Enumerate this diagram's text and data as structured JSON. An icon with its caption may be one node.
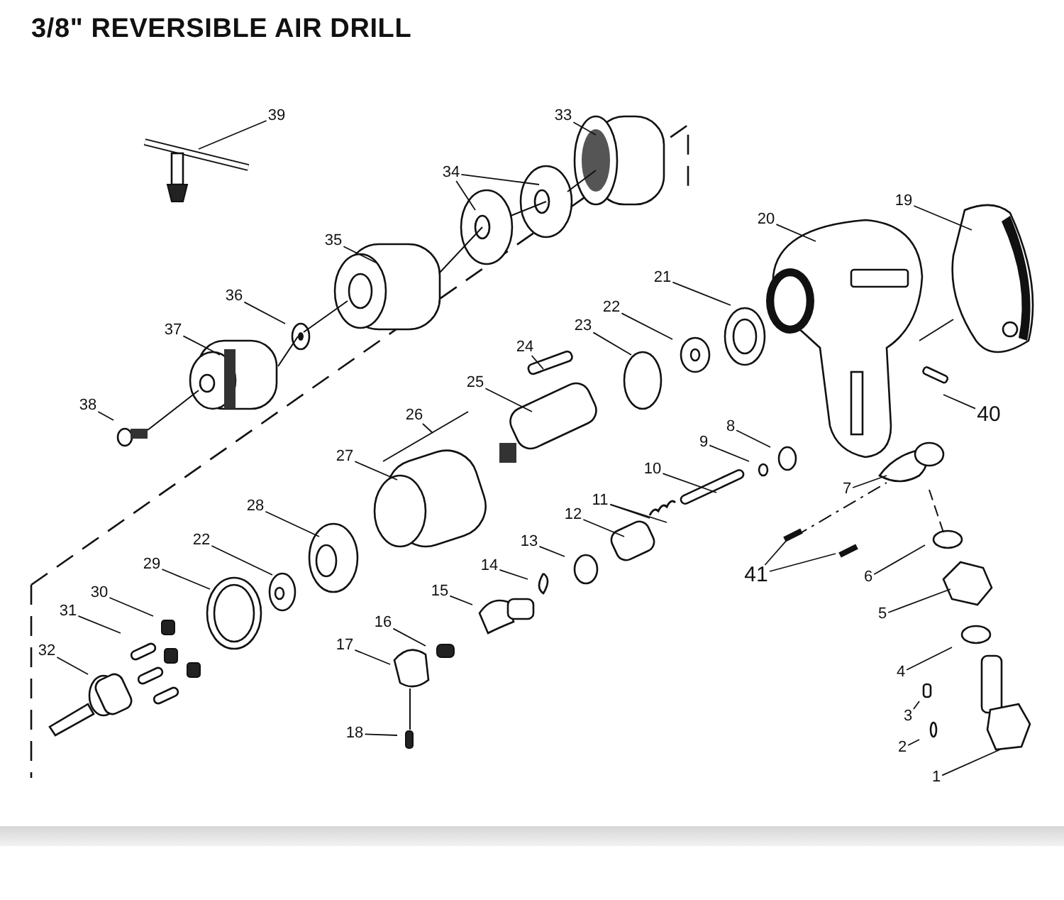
{
  "diagram": {
    "title": "3/8\" REVERSIBLE AIR DRILL",
    "nodes": [
      {
        "text": [
          "39"
        ]
      },
      {
        "text": [
          "33"
        ]
      },
      {
        "text": [
          "34"
        ]
      },
      {
        "text": [
          "35"
        ]
      },
      {
        "text": [
          "36"
        ]
      },
      {
        "text": [
          "37"
        ]
      },
      {
        "text": [
          "38"
        ]
      },
      {
        "text": [
          "24"
        ]
      },
      {
        "text": [
          "25"
        ]
      },
      {
        "text": [
          "26"
        ]
      },
      {
        "text": [
          "27"
        ]
      },
      {
        "text": [
          "28"
        ]
      },
      {
        "text": [
          "22"
        ]
      },
      {
        "text": [
          "29"
        ]
      },
      {
        "text": [
          "30"
        ]
      },
      {
        "text": [
          "31"
        ]
      },
      {
        "text": [
          "32"
        ]
      },
      {
        "text": [
          "23"
        ]
      },
      {
        "text": [
          "22"
        ]
      },
      {
        "text": [
          "21"
        ]
      },
      {
        "text": [
          "20"
        ]
      },
      {
        "text": [
          "19"
        ]
      },
      {
        "text": [
          "40"
        ]
      },
      {
        "text": [
          "8"
        ]
      },
      {
        "text": [
          "9"
        ]
      },
      {
        "text": [
          "10"
        ]
      },
      {
        "text": [
          "11"
        ]
      },
      {
        "text": [
          "12"
        ]
      },
      {
        "text": [
          "13"
        ]
      },
      {
        "text": [
          "14"
        ]
      },
      {
        "text": [
          "15"
        ]
      },
      {
        "text": [
          "16"
        ]
      },
      {
        "text": [
          "17"
        ]
      },
      {
        "text": [
          "18"
        ]
      },
      {
        "text": [
          "7"
        ]
      },
      {
        "text": [
          "41"
        ]
      },
      {
        "text": [
          "6"
        ]
      },
      {
        "text": [
          "5"
        ]
      },
      {
        "text": [
          "4"
        ]
      },
      {
        "text": [
          "3"
        ]
      },
      {
        "text": [
          "2"
        ]
      },
      {
        "text": [
          "1"
        ]
      }
    ],
    "edges": [
      {
        "from": 0,
        "to": null,
        "arrow": "none"
      },
      {
        "from": 1,
        "to": null,
        "arrow": "none"
      },
      {
        "from": 2,
        "to": null,
        "arrow": "none"
      },
      {
        "from": 2,
        "to": null,
        "arrow": "none"
      },
      {
        "from": 3,
        "to": null,
        "arrow": "none"
      },
      {
        "from": 4,
        "to": null,
        "arrow": "none"
      },
      {
        "from": 5,
        "to": null,
        "arrow": "none"
      },
      {
        "from": 6,
        "to": null,
        "arrow": "none"
      },
      {
        "from": 7,
        "to": null,
        "arrow": "none"
      },
      {
        "from": 8,
        "to": null,
        "arrow": "none"
      },
      {
        "from": 9,
        "to": null,
        "arrow": "none"
      },
      {
        "from": 10,
        "to": null,
        "arrow": "none"
      },
      {
        "from": 11,
        "to": null,
        "arrow": "none"
      },
      {
        "from": 12,
        "to": null,
        "arrow": "none"
      },
      {
        "from": 13,
        "to": null,
        "arrow": "none"
      },
      {
        "from": 14,
        "to": null,
        "arrow": "none"
      },
      {
        "from": 15,
        "to": null,
        "arrow": "none"
      },
      {
        "from": 16,
        "to": null,
        "arrow": "none"
      },
      {
        "from": 17,
        "to": null,
        "arrow": "none"
      },
      {
        "from": 18,
        "to": null,
        "arrow": "none"
      },
      {
        "from": 19,
        "to": null,
        "arrow": "none"
      },
      {
        "from": 20,
        "to": null,
        "arrow": "none"
      },
      {
        "from": 21,
        "to": null,
        "arrow": "none"
      },
      {
        "from": 22,
        "to": null,
        "arrow": "none"
      },
      {
        "from": 23,
        "to": null,
        "arrow": "none"
      },
      {
        "from": 24,
        "to": null,
        "arrow": "none"
      },
      {
        "from": 25,
        "to": null,
        "arrow": "none"
      },
      {
        "from": 26,
        "to": null,
        "arrow": "none"
      },
      {
        "from": 26,
        "to": null,
        "arrow": "none"
      },
      {
        "from": 27,
        "to": null,
        "arrow": "none"
      },
      {
        "from": 28,
        "to": null,
        "arrow": "none"
      },
      {
        "from": 29,
        "to": null,
        "arrow": "none"
      },
      {
        "from": 30,
        "to": null,
        "arrow": "none"
      },
      {
        "from": 31,
        "to": null,
        "arrow": "none"
      },
      {
        "from": 32,
        "to": null,
        "arrow": "none"
      },
      {
        "from": 33,
        "to": null,
        "arrow": "none"
      },
      {
        "from": 34,
        "to": null,
        "arrow": "none"
      },
      {
        "from": 35,
        "to": null,
        "arrow": "none"
      },
      {
        "from": 35,
        "to": null,
        "arrow": "none"
      },
      {
        "from": 36,
        "to": null,
        "arrow": "none"
      },
      {
        "from": 37,
        "to": null,
        "arrow": "none"
      },
      {
        "from": 38,
        "to": null,
        "arrow": "none"
      },
      {
        "from": 39,
        "to": null,
        "arrow": "none"
      },
      {
        "from": 40,
        "to": null,
        "arrow": "none"
      },
      {
        "from": 41,
        "to": null,
        "arrow": "none"
      }
    ]
  }
}
